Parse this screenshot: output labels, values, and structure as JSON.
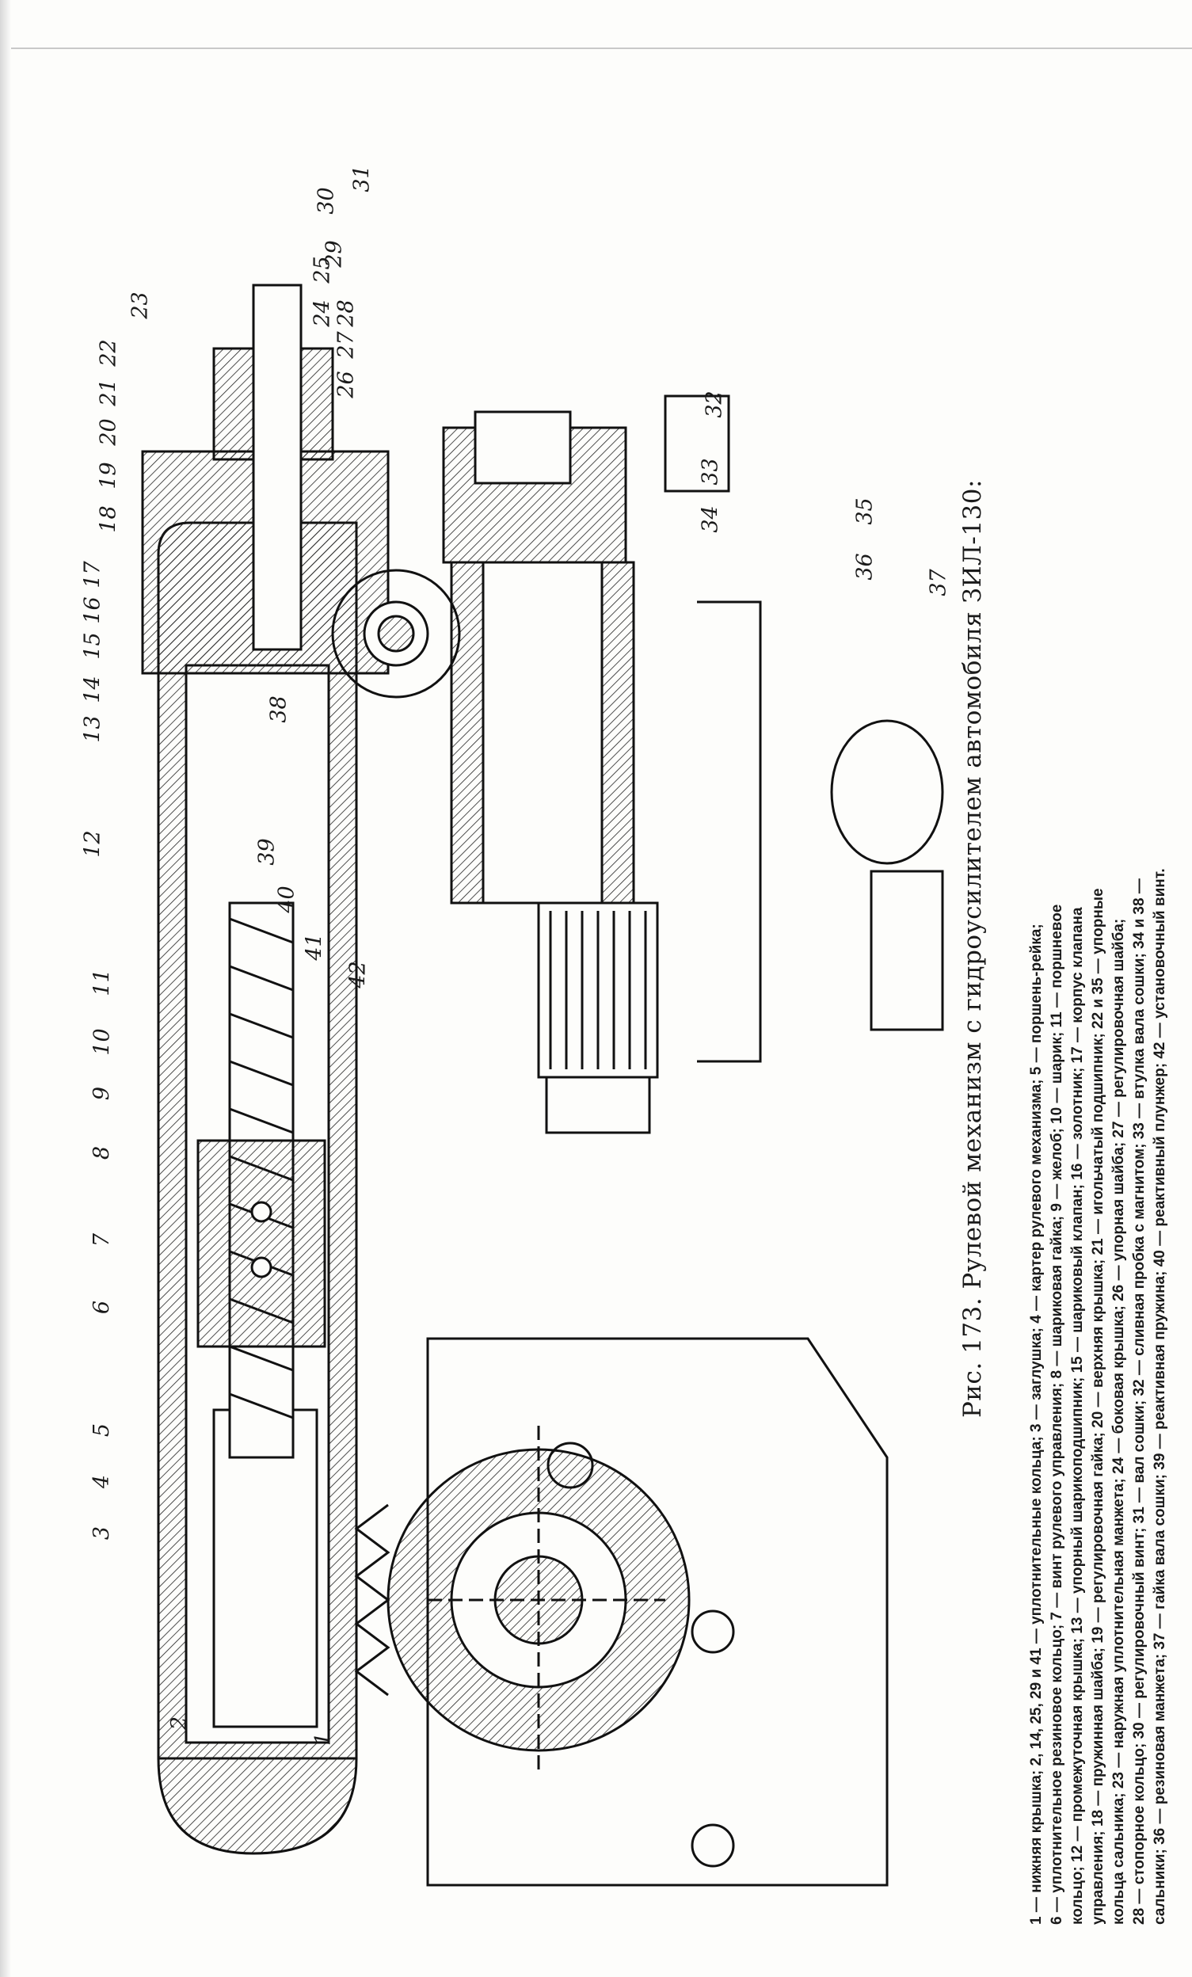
{
  "figure": {
    "title": "Рис. 173. Рулевой механизм с гидроусилителем автомобиля ЗИЛ-130:",
    "legend_lines": [
      "1 — нижняя крышка; 2, 14, 25, 29 и 41 — уплотнительные кольца; 3 — заглушка; 4 — картер рулевого механизма; 5 — поршень-рейка;",
      "6 — уплотнительное резиновое кольцо; 7 — винт рулевого управления; 8 — шариковая гайка; 9 — желоб; 10 — шарик; 11 — поршневое",
      "кольцо; 12 — промежуточная крышка; 13 — упорный шарикоподшипник; 15 — шариковый клапан; 16 — золотник; 17 — корпус клапана",
      "управления; 18 — пружинная шайба; 19 — регулировочная гайка; 20 — верхняя крышка; 21 — игольчатый подшипник; 22 и 35 — упорные",
      "кольца сальника; 23 — наружная уплотнительная манжета; 24 — боковая крышка; 26 — упорная шайба; 27 — регулировочная шайба;",
      "28 — стопорное кольцо; 30 — регулировочный винт; 31 — вал сошки; 32 — сливная пробка с магнитом; 33 — втулка вала сошки; 34 и 38 —",
      "сальники; 36 — резиновая манжета; 37 — гайка вала сошки; 39 — реактивная пружина; 40 — реактивный плунжер; 42 — установочный винт."
    ],
    "callouts": [
      "1",
      "2",
      "3",
      "4",
      "5",
      "6",
      "7",
      "8",
      "9",
      "10",
      "11",
      "12",
      "13",
      "14",
      "15",
      "16",
      "17",
      "18",
      "19",
      "20",
      "21",
      "22",
      "23",
      "24",
      "25",
      "26",
      "27",
      "28",
      "29",
      "30",
      "31",
      "32",
      "33",
      "34",
      "35",
      "36",
      "37",
      "38",
      "39",
      "40",
      "41",
      "42"
    ]
  }
}
